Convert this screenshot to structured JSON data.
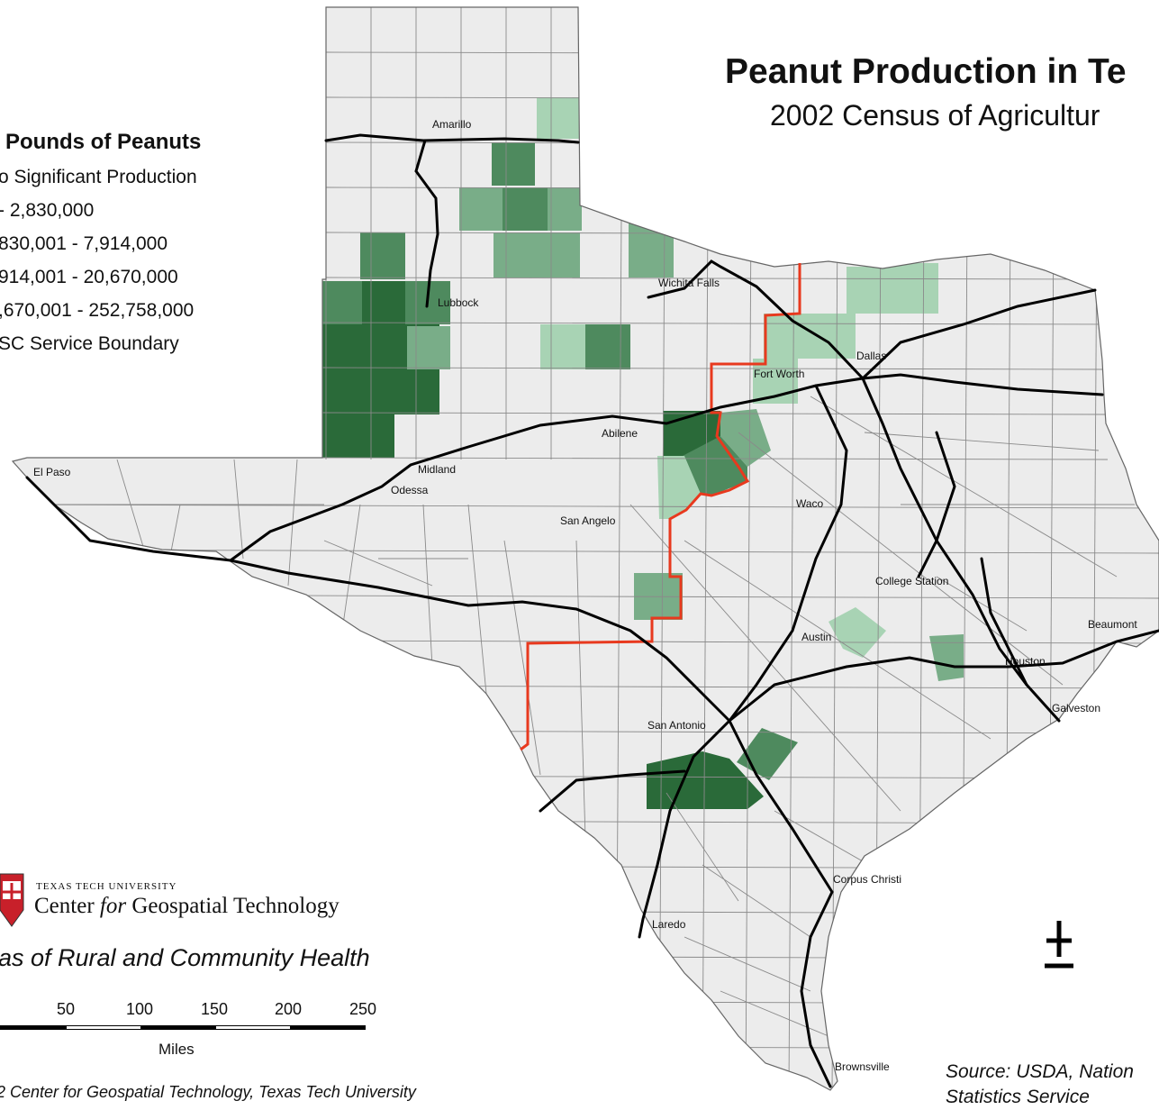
{
  "title": "Peanut Production in Te",
  "subtitle": "2002 Census of Agricultur",
  "legend": {
    "title": "Pounds of Peanuts",
    "items": [
      {
        "label": "o Significant Production",
        "color": "#ececec"
      },
      {
        "label": "- 2,830,000",
        "color": "#a8d3b4"
      },
      {
        "label": "830,001 - 7,914,000",
        "color": "#79ad88"
      },
      {
        "label": "914,001 - 20,670,000",
        "color": "#4e8a5e"
      },
      {
        "label": ",670,001 - 252,758,000",
        "color": "#2a6a39"
      },
      {
        "label": "SC Service Boundary",
        "color": "#e8391e"
      }
    ]
  },
  "cities": [
    {
      "name": "Amarillo"
    },
    {
      "name": "Lubbock"
    },
    {
      "name": "Wichita Falls"
    },
    {
      "name": "Dallas"
    },
    {
      "name": "Fort Worth"
    },
    {
      "name": "Abilene"
    },
    {
      "name": "Midland"
    },
    {
      "name": "Odessa"
    },
    {
      "name": "El Paso"
    },
    {
      "name": "San Angelo"
    },
    {
      "name": "Waco"
    },
    {
      "name": "College Station"
    },
    {
      "name": "Austin"
    },
    {
      "name": "Beaumont"
    },
    {
      "name": "Houston"
    },
    {
      "name": "Galveston"
    },
    {
      "name": "San Antonio"
    },
    {
      "name": "Corpus Christi"
    },
    {
      "name": "Laredo"
    },
    {
      "name": "Brownsville"
    }
  ],
  "logo": {
    "university": "TEXAS TECH UNIVERSITY",
    "center_pre": "Center ",
    "center_for": "for",
    "center_post": " Geospatial Technology"
  },
  "atlas": "las of Rural and Community Health",
  "scale": {
    "ticks": [
      "50",
      "100",
      "150",
      "200",
      "250"
    ],
    "unit": "Miles"
  },
  "credit": "2 Center for Geospatial Technology, Texas Tech University",
  "source": {
    "line1": "Source:  USDA, Nation",
    "line2": "Statistics Service"
  },
  "colors": {
    "boundary": "#e8391e",
    "highway": "#000000",
    "county_line": "#8a8a8a",
    "state_fill": "#ececec"
  }
}
